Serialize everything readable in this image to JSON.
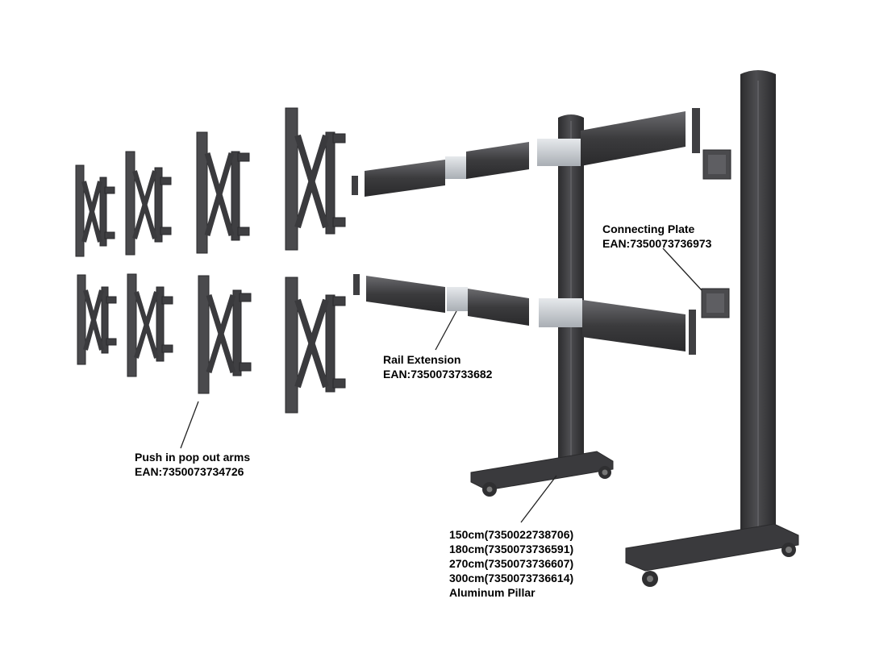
{
  "colors": {
    "metal_dark": "#3b3b3d",
    "metal_mid": "#4d4d50",
    "metal_light": "#6a6a6e",
    "bracket_silver": "#c9cdd2",
    "leader_line": "#222222",
    "text": "#000000"
  },
  "callouts": {
    "connecting_plate": {
      "name": "Connecting Plate",
      "ean": "EAN:7350073736973"
    },
    "rail_extension": {
      "name": "Rail Extension",
      "ean": "EAN:7350073733682"
    },
    "arms": {
      "name": "Push in pop out arms",
      "ean": "EAN:7350073734726"
    },
    "pillar": {
      "sizes": [
        "150cm(7350022738706)",
        "180cm(7350073736591)",
        "270cm(7350073736607)",
        "300cm(7350073736614)"
      ],
      "name": "Aluminum Pillar"
    }
  }
}
